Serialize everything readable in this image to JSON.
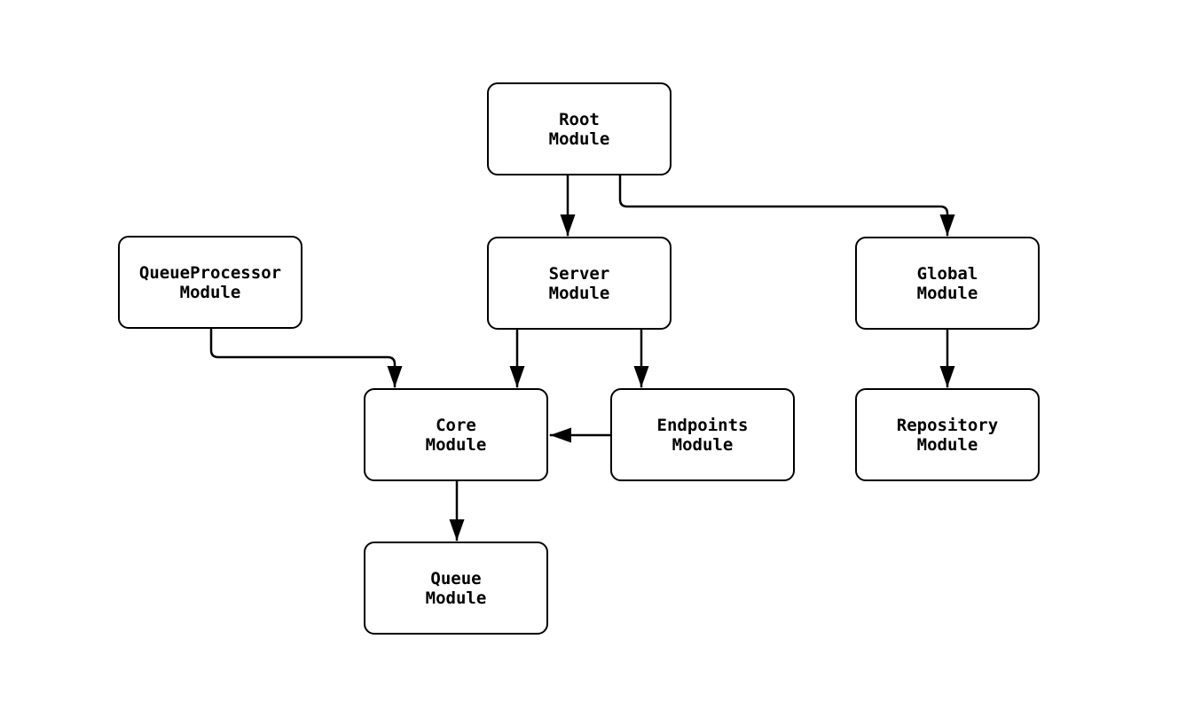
{
  "diagram": {
    "type": "flowchart",
    "colors": {
      "background": "#ffffff",
      "node_fill": "#ffffff",
      "node_border": "#000000",
      "edge_stroke": "#000000",
      "text": "#000000"
    },
    "nodes": {
      "root": {
        "label": "Root\nModule"
      },
      "queueprocessor": {
        "label": "QueueProcessor\nModule"
      },
      "server": {
        "label": "Server\nModule"
      },
      "global": {
        "label": "Global\nModule"
      },
      "core": {
        "label": "Core\nModule"
      },
      "endpoints": {
        "label": "Endpoints\nModule"
      },
      "repository": {
        "label": "Repository\nModule"
      },
      "queue": {
        "label": "Queue\nModule"
      }
    },
    "edges": [
      {
        "from": "Root Module",
        "to": "Server Module"
      },
      {
        "from": "Root Module",
        "to": "Global Module"
      },
      {
        "from": "QueueProcessor Module",
        "to": "Core Module"
      },
      {
        "from": "Server Module",
        "to": "Core Module"
      },
      {
        "from": "Server Module",
        "to": "Endpoints Module"
      },
      {
        "from": "Endpoints Module",
        "to": "Core Module"
      },
      {
        "from": "Global Module",
        "to": "Repository Module"
      },
      {
        "from": "Core Module",
        "to": "Queue Module"
      }
    ]
  }
}
